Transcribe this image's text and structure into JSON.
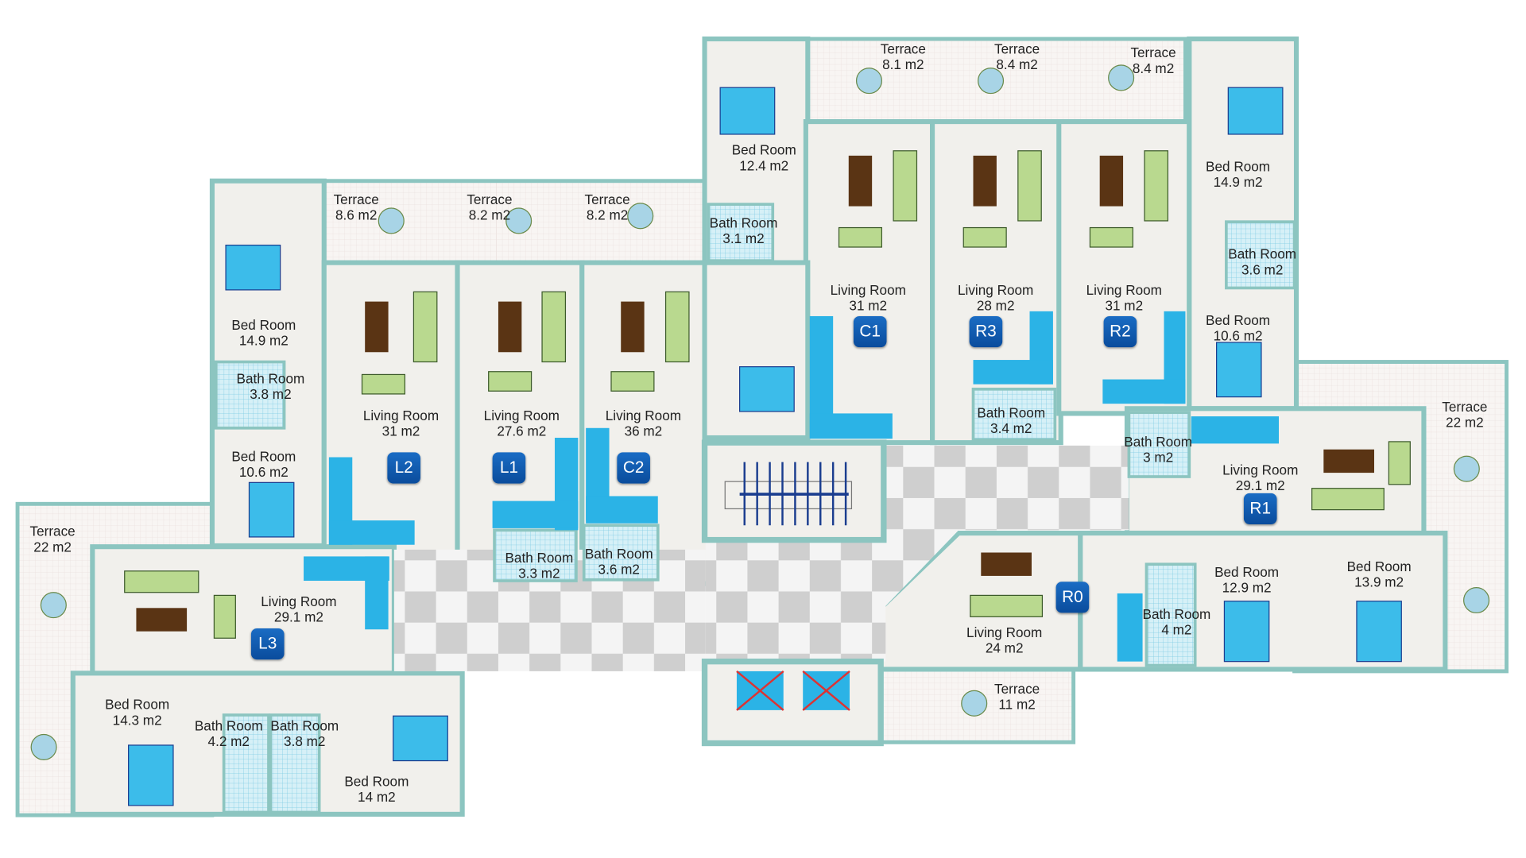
{
  "colors": {
    "wall": "#8cc5c0",
    "floor": "#f1f0ec",
    "terrace": "#f7f3f1",
    "badge": "#0b56a8",
    "kitchen": "#2bb3e6",
    "sofa": "#b9d98f",
    "table": "#5a3414",
    "bed": "#3cbcea"
  },
  "terraces": [
    {
      "name": "Terrace",
      "area": "8.1 m2"
    },
    {
      "name": "Terrace",
      "area": "8.4 m2"
    },
    {
      "name": "Terrace",
      "area": "8.4 m2"
    },
    {
      "name": "Terrace",
      "area": "8.6 m2"
    },
    {
      "name": "Terrace",
      "area": "8.2 m2"
    },
    {
      "name": "Terrace",
      "area": "8.2 m2"
    },
    {
      "name": "Terrace",
      "area": "22 m2"
    },
    {
      "name": "Terrace",
      "area": "22 m2"
    },
    {
      "name": "Terrace",
      "area": "11 m2"
    }
  ],
  "bedrooms": [
    {
      "name": "Bed Room",
      "area": "12.4 m2"
    },
    {
      "name": "Bed Room",
      "area": "14.9 m2"
    },
    {
      "name": "Bed Room",
      "area": "14.9 m2"
    },
    {
      "name": "Bed Room",
      "area": "10.6 m2"
    },
    {
      "name": "Bed Room",
      "area": "10.6 m2"
    },
    {
      "name": "Bed Room",
      "area": "12.9 m2"
    },
    {
      "name": "Bed Room",
      "area": "13.9 m2"
    },
    {
      "name": "Bed Room",
      "area": "14.3 m2"
    },
    {
      "name": "Bed Room",
      "area": "14 m2"
    }
  ],
  "bathrooms": [
    {
      "name": "Bath Room",
      "area": "3.1 m2"
    },
    {
      "name": "Bath Room",
      "area": "3.6 m2"
    },
    {
      "name": "Bath Room",
      "area": "3.8 m2"
    },
    {
      "name": "Bath Room",
      "area": "3.4 m2"
    },
    {
      "name": "Bath Room",
      "area": "3 m2"
    },
    {
      "name": "Bath Room",
      "area": "3.3 m2"
    },
    {
      "name": "Bath Room",
      "area": "3.6 m2"
    },
    {
      "name": "Bath Room",
      "area": "4 m2"
    },
    {
      "name": "Bath Room",
      "area": "4.2 m2"
    },
    {
      "name": "Bath Room",
      "area": "3.8 m2"
    }
  ],
  "living": [
    {
      "name": "Living Room",
      "area": "31  m2",
      "unit": "C1"
    },
    {
      "name": "Living Room",
      "area": "28  m2",
      "unit": "R3"
    },
    {
      "name": "Living Room",
      "area": "31  m2",
      "unit": "R2"
    },
    {
      "name": "Living Room",
      "area": "31  m2",
      "unit": "L2"
    },
    {
      "name": "Living Room",
      "area": "27.6  m2",
      "unit": "L1"
    },
    {
      "name": "Living Room",
      "area": "36  m2",
      "unit": "C2"
    },
    {
      "name": "Living Room",
      "area": "29.1 m2",
      "unit": "R1"
    },
    {
      "name": "Living Room",
      "area": "24 m2",
      "unit": "R0"
    },
    {
      "name": "Living Room",
      "area": "29.1 m2",
      "unit": "L3"
    }
  ]
}
